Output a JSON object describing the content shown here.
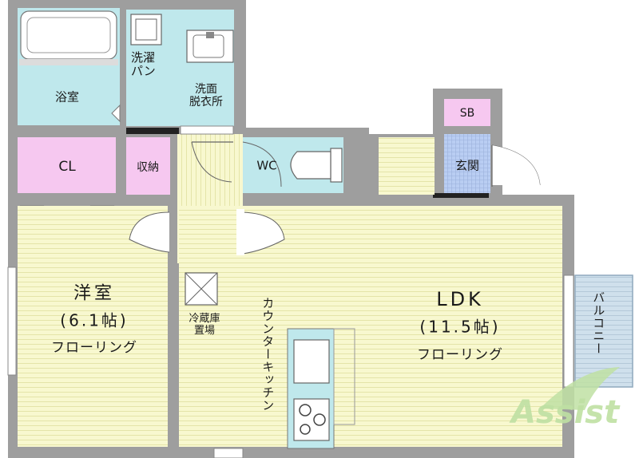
{
  "rooms": {
    "bath": "浴室",
    "washer": "洗濯\nパン",
    "washroom": "洗面\n脱衣所",
    "closet": "CL",
    "storage": "収納",
    "toilet": "WC",
    "shoebox": "SB",
    "entrance": "玄関",
    "western_name": "洋室",
    "western_size": "(6.1帖)",
    "western_floor": "フローリング",
    "fridge": "冷蔵庫\n置場",
    "kitchen": "カウンターキッチン",
    "ldk_name": "LDK",
    "ldk_size": "(11.5帖)",
    "ldk_floor": "フローリング",
    "balcony": "バルコニー"
  },
  "logo": {
    "text": "Assist"
  },
  "colors": {
    "wall": "#9e9e9e",
    "bath": "#bfe8ec",
    "closet": "#f6c8f0",
    "floor": "#f7f7c9",
    "entrance": "#b9cdf2",
    "balcony": "#cfe0ec",
    "logo": "#bfe0a3"
  }
}
